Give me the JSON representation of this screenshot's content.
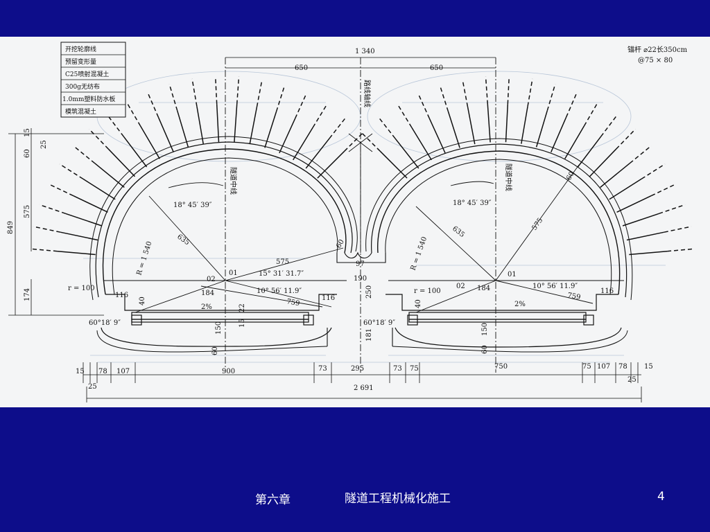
{
  "legend": [
    "开挖轮廓线",
    "预留变形量",
    "C25喷射混凝土",
    "300g无纺布",
    "1.0mm塑料防水板",
    "模筑混凝土"
  ],
  "anchor_note": [
    "锚杆 ⌀22长350cm",
    "@75 × 80"
  ],
  "top_dims": {
    "total": "1 340",
    "left_half": "650",
    "right_half": "650"
  },
  "road_axis_label": "路线轴线",
  "tunnel_axis_label": "隧道中线",
  "left_tunnel": {
    "angle_top": "18° 45′ 39″",
    "radius_large": "R = 1 540",
    "r635": "635",
    "r575": "575",
    "c01": "01",
    "c02": "02",
    "angle_mid": "15° 31′ 31.7″",
    "angle_low": "10° 56′ 11.9″",
    "r759": "759",
    "d184": "184",
    "d116a": "116",
    "d116b": "116",
    "small_r": "r = 100",
    "d40": "40",
    "slope": "2%",
    "d22": "22",
    "d150": "150",
    "d15": "15",
    "d60": "60",
    "d60b": "60",
    "foot_angle": "60°18′ 9″"
  },
  "middle": {
    "d97": "97",
    "d190": "190",
    "d250": "250",
    "d181": "181",
    "foot_angle": "60°18′ 9″"
  },
  "right_tunnel": {
    "angle_top": "18° 45′ 39″",
    "radius_large": "R = 1 540",
    "r635": "635",
    "r575": "575",
    "d60": "60",
    "c01": "01",
    "c02": "02",
    "small_r": "r = 100",
    "d40": "40",
    "d184": "184",
    "angle_low": "10° 56′ 11.9″",
    "r759": "759",
    "d116": "116",
    "slope": "2%",
    "d150": "150",
    "d60b": "60"
  },
  "left_dims": {
    "d15": "15",
    "d25": "25",
    "d60": "60",
    "d575": "575",
    "d849": "849",
    "d174": "174"
  },
  "bottom_dims": {
    "d15a": "15",
    "d78a": "78",
    "d107a": "107",
    "d25a": "25",
    "d900": "900",
    "d73a": "73",
    "d295": "295",
    "d73b": "73",
    "d75a": "75",
    "d750": "750",
    "d75b": "75",
    "d107b": "107",
    "d78b": "78",
    "d15b": "15",
    "d25b": "25",
    "total": "2 691"
  },
  "footer": {
    "chapter": "第六章",
    "title": "隧道工程机械化施工",
    "page": "4"
  },
  "colors": {
    "background": "#0d0d8a",
    "panel": "#f4f5f6",
    "ink": "#111111",
    "faint": "#b8c6d8"
  }
}
